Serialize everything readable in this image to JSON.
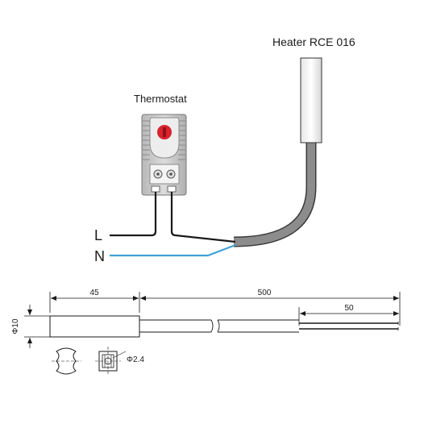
{
  "labels": {
    "heater": "Heater RCE 016",
    "thermostat": "Thermostat",
    "wire_l": "L",
    "wire_n": "N"
  },
  "dimensions": {
    "sensor_length": "45",
    "cable_length": "500",
    "strip_length": "50",
    "diameter": "Φ10",
    "mount_hole": "Φ2.4"
  },
  "colors": {
    "wire_l": "#1a1a1a",
    "wire_n": "#3ea3d8",
    "cable": "#8c8c8c",
    "thermostat_knob": "#d9232e",
    "thermostat_body": "#c9c9c9"
  }
}
